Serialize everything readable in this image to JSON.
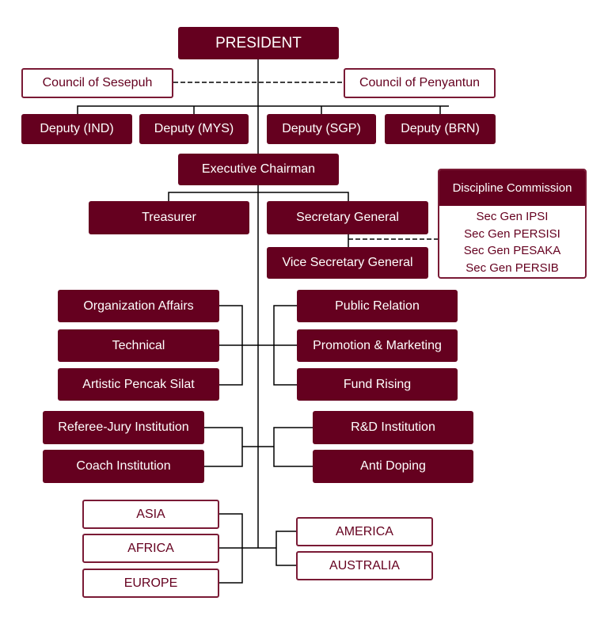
{
  "colors": {
    "brand": "#65001f",
    "line": "#000000"
  },
  "president": "PRESIDENT",
  "councils": [
    "Council of Sesepuh",
    "Council of Penyantun"
  ],
  "deputies": [
    "Deputy (IND)",
    "Deputy (MYS)",
    "Deputy (SGP)",
    "Deputy (BRN)"
  ],
  "executive": "Executive Chairman",
  "treasurer": "Treasurer",
  "secretary_general": "Secretary General",
  "vice_secretary_general": "Vice Secretary General",
  "discipline": {
    "title": "Discipline Commission",
    "members": [
      "Sec Gen IPSI",
      "Sec Gen PERSISI",
      "Sec Gen PESAKA",
      "Sec Gen PERSIB"
    ]
  },
  "left_departments": [
    "Organization Affairs",
    "Technical",
    "Artistic Pencak Silat"
  ],
  "right_departments": [
    "Public Relation",
    "Promotion & Marketing",
    "Fund Rising"
  ],
  "left_institutions": [
    "Referee-Jury Institution",
    "Coach Institution"
  ],
  "right_institutions": [
    "R&D Institution",
    "Anti Doping"
  ],
  "left_regions": [
    "ASIA",
    "AFRICA",
    "EUROPE"
  ],
  "right_regions": [
    "AMERICA",
    "AUSTRALIA"
  ]
}
